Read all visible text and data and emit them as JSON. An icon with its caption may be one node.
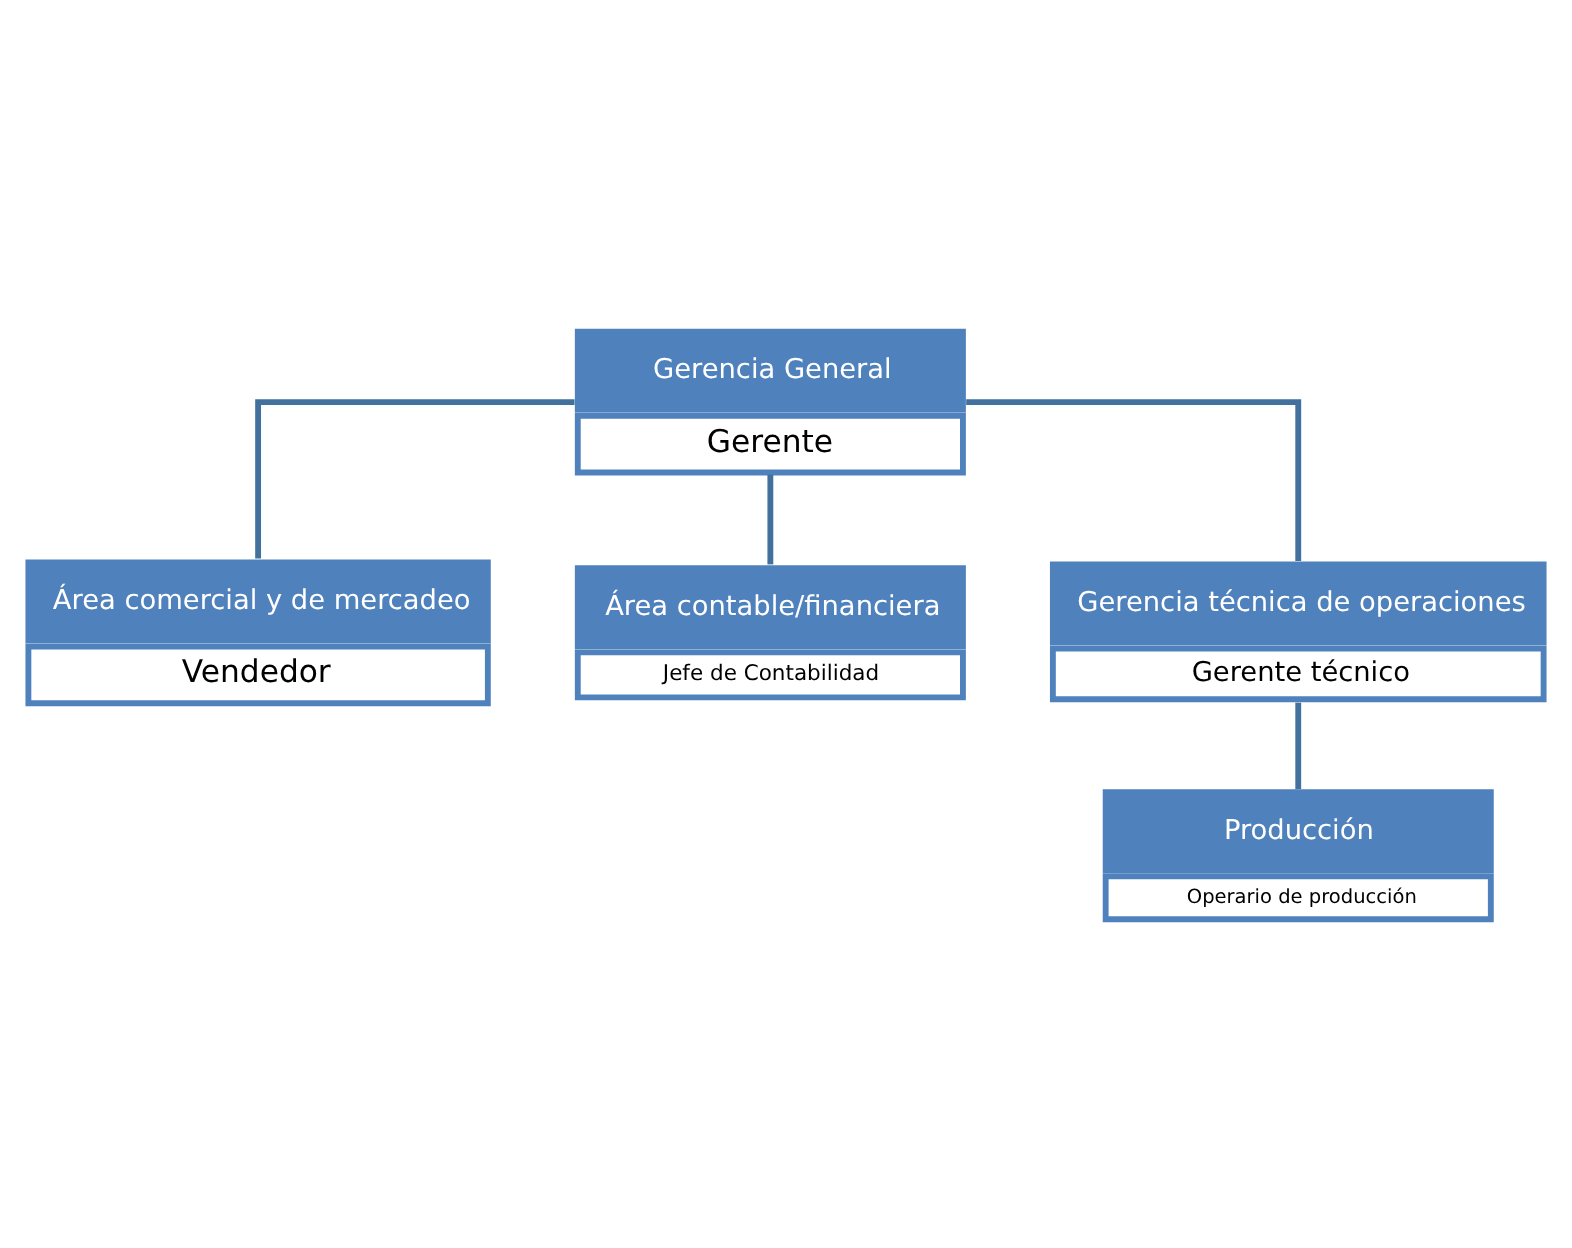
{
  "diagram": {
    "nodes": [
      {
        "text": [
          "Gerencia General",
          "Gerente"
        ]
      },
      {
        "text": [
          "Área comercial y de mercadeo",
          "Vendedor"
        ]
      },
      {
        "text": [
          "Área contable/financiera",
          "Jefe de Contabilidad"
        ]
      },
      {
        "text": [
          "Gerencia técnica de operaciones",
          "Gerente técnico"
        ]
      },
      {
        "text": [
          "Producción",
          "Operario de producción"
        ]
      }
    ],
    "edges": [
      {
        "from": 0,
        "to": 1,
        "arrow": "none"
      },
      {
        "from": 0,
        "to": 2,
        "arrow": "none"
      },
      {
        "from": 0,
        "to": 3,
        "arrow": "none"
      },
      {
        "from": 3,
        "to": 4,
        "arrow": "none"
      }
    ]
  }
}
